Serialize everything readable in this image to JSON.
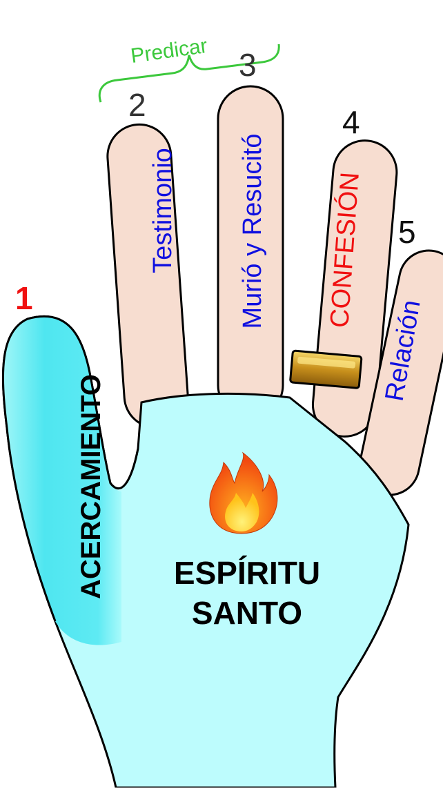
{
  "header": {
    "group_label": "Predicar"
  },
  "thumb": {
    "number": "1",
    "label": "ACERCAMIENTO"
  },
  "fingers": [
    {
      "number": "2",
      "label": "Testimonio"
    },
    {
      "number": "3",
      "label": "Murió y Resucitó"
    },
    {
      "number": "4",
      "label": "CONFESIÓN"
    },
    {
      "number": "5",
      "label": "Relación"
    }
  ],
  "palm": {
    "line1": "ESPÍRITU",
    "line2": "SANTO"
  },
  "colors": {
    "skin": "#f7ddd0",
    "palm": "#bdfcfd",
    "thumb": "#5be8f2",
    "outline": "#000000",
    "blue_text": "#1010e0",
    "red": "#f01010",
    "green": "#3cc83c",
    "ring": "#d4a420"
  },
  "icons": {
    "palm_icon": "fire-icon",
    "ring": "wedding-ring-icon"
  }
}
